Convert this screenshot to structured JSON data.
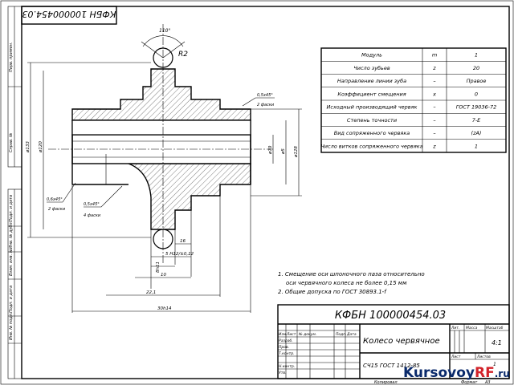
{
  "frame_code_rotated": "КФБН 100000454.03",
  "left_strip_labels": [
    "Перв. примен.",
    "Справ. №",
    "Подп. и дата",
    "Инв. № дубл.",
    "Взам. инв. №",
    "Подп. и дата",
    "Инв. № подл."
  ],
  "view": {
    "angle_label": "110°",
    "radius_label": "R2",
    "dims_left": {
      "d1": "ø133",
      "d2": "ø120"
    },
    "dims_right": {
      "d1": "ø70",
      "d2": "ø5",
      "d3": "ø128"
    },
    "chamfer_top": {
      "line1": "0,5x45°",
      "line2": "2 фаски"
    },
    "chamfer_left": {
      "line1": "0,6x45°",
      "line2": "2 фаски"
    },
    "chamfer_mid": {
      "line1": "0,5x45°",
      "line2": "4 фаски"
    },
    "dim_16": "16",
    "dim_5": "5 H12/±0,12",
    "dim_8": "8h11",
    "dim_10": "10",
    "dim_22": "22,1",
    "dim_30": "30h14"
  },
  "notes": [
    "1. Смещение оси шпоночного паза относительно",
    "оси червячного колеса не более 0,15 мм",
    "2. Общие допуска по ГОСТ 30893.1-f"
  ],
  "params_table": [
    {
      "name": "Модуль",
      "symbol": "m",
      "value": "1"
    },
    {
      "name": "Число зубьев",
      "symbol": "z",
      "value": "20"
    },
    {
      "name": "Направление линии зуба",
      "symbol": "–",
      "value": "Правое"
    },
    {
      "name": "Коэффициент смещения",
      "symbol": "x",
      "value": "0"
    },
    {
      "name": "Исходный производящий червяк",
      "symbol": "–",
      "value": "ГОСТ 19036-72"
    },
    {
      "name": "Степень точности",
      "symbol": "–",
      "value": "7-E"
    },
    {
      "name": "Вид сопряженного червяка",
      "symbol": "–",
      "value": "(zA)"
    },
    {
      "name": "Число витков сопряженного червяка",
      "symbol": "z",
      "value": "1"
    }
  ],
  "title_block": {
    "code": "КФБН 100000454.03",
    "part_name": "Колесо червячное",
    "material": "СЧ15 ГОСТ 1412-85",
    "col_headers": [
      "Изм.",
      "Лист",
      "№ докум.",
      "Подп.",
      "Дата"
    ],
    "roles": [
      "Разраб.",
      "Пров.",
      "Т.контр.",
      "",
      "Н.контр.",
      "Утв."
    ],
    "lit": "Лит.",
    "mass": "Масса",
    "scale_label": "Масштаб",
    "scale_value": "4:1",
    "sheet": "Лист",
    "sheets": "Листов",
    "sheets_value": "1",
    "kopiroval": "Копировал",
    "format": "Формат",
    "format_value": "A3"
  },
  "watermark": {
    "text1": "Kursovoy",
    "text2": "RF",
    "text3": ".ru"
  },
  "colors": {
    "line": "#000000",
    "watermark_blue": "#0a2a6b",
    "watermark_red": "#d2232a"
  }
}
